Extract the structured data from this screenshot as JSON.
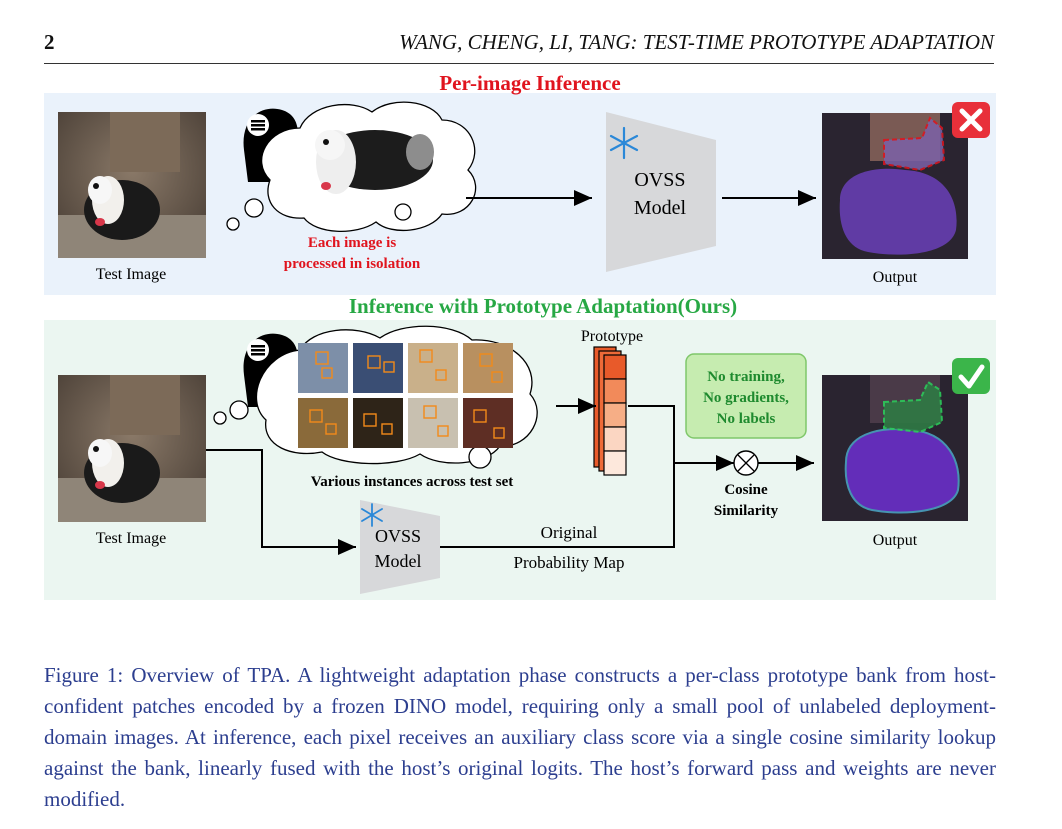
{
  "header": {
    "page_number": "2",
    "running_title": "WANG, CHENG, LI, TANG: TEST-TIME PROTOTYPE ADAPTATION"
  },
  "figure": {
    "top_panel": {
      "title": "Per-image Inference",
      "input_label": "Test Image",
      "note_line1": "Each image is",
      "note_line2": "processed in isolation",
      "model_line1": "OVSS",
      "model_line2": "Model",
      "output_label": "Output"
    },
    "bottom_panel": {
      "title": "Inference with Prototype Adaptation(Ours)",
      "input_label": "Test Image",
      "instances_label": "Various instances across test set",
      "prototype_label": "Prototype",
      "badge_line1": "No training,",
      "badge_line2": "No gradients,",
      "badge_line3": "No labels",
      "cosine_line1": "Cosine",
      "cosine_line2": "Similarity",
      "model_line1": "OVSS",
      "model_line2": "Model",
      "map_line1": "Original",
      "map_line2": "Probability Map",
      "output_label": "Output"
    },
    "colors": {
      "top_title": "#e0141e",
      "bottom_title": "#27a844",
      "top_bg": "#eaf2fb",
      "bottom_bg": "#ebf6f1",
      "badge_fill": "#c6ecb0",
      "prototype_dark": "#e85a2a",
      "prototype_light": "#fbd6c2"
    }
  },
  "caption": "Figure 1: Overview of TPA. A lightweight adaptation phase constructs a per-class prototype bank from host-confident patches encoded by a frozen DINO model, requiring only a small pool of unlabeled deployment-domain images. At inference, each pixel receives an auxiliary class score via a single cosine similarity lookup against the bank, linearly fused with the host’s original logits. The host’s forward pass and weights are never modified."
}
